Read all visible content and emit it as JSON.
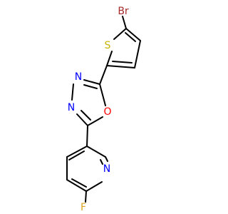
{
  "atoms": [
    {
      "key": "br",
      "label": "Br",
      "color": "#a52a2a"
    },
    {
      "key": "s",
      "label": "S",
      "color": "#c8b400"
    },
    {
      "key": "n1",
      "label": "N",
      "color": "#0000ff"
    },
    {
      "key": "n2",
      "label": "N",
      "color": "#0000ff"
    },
    {
      "key": "o",
      "label": "O",
      "color": "#ff0000"
    },
    {
      "key": "npy",
      "label": "N",
      "color": "#0000ff"
    },
    {
      "key": "f",
      "label": "F",
      "color": "#daa520"
    }
  ],
  "colors": {
    "bond": "#000000",
    "background": "#ffffff"
  }
}
